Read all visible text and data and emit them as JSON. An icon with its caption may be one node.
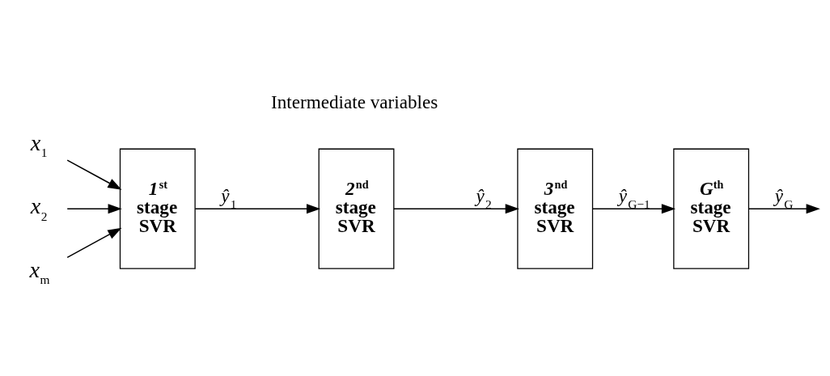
{
  "diagram": {
    "nodes": [
      {
        "text": [
          "*x*$_{1}$"
        ]
      },
      {
        "text": [
          "*x*$_{2}$"
        ]
      },
      {
        "text": [
          "*x*$_{m}$"
        ]
      },
      {
        "text": [
          "*1*$^{st}$ stage SVR"
        ]
      },
      {
        "text": [
          "*2*$^{nd}$ stage SVR"
        ]
      },
      {
        "text": [
          "*3*$^{nd}$ stage SVR"
        ]
      },
      {
        "text": [
          "*G*$^{th}$ stage SVR"
        ]
      }
    ],
    "edges": [
      {
        "from": 0,
        "to": 3,
        "arrow": "to"
      },
      {
        "from": 1,
        "to": 3,
        "arrow": "to"
      },
      {
        "from": 2,
        "to": 3,
        "arrow": "to"
      },
      {
        "from": 3,
        "to": 4,
        "arrow": "to",
        "label": "*ŷ*$_{1}$"
      },
      {
        "from": 4,
        "to": 5,
        "arrow": "to",
        "label": "*ŷ*$_{2}$"
      },
      {
        "from": 5,
        "to": 6,
        "arrow": "to",
        "label": "*ŷ*$_{G−1}$"
      },
      {
        "from": 6,
        "to": null,
        "arrow": "to",
        "label": "*ŷ*$_{G}$"
      }
    ],
    "labels": [
      "Intermediate variables"
    ]
  }
}
